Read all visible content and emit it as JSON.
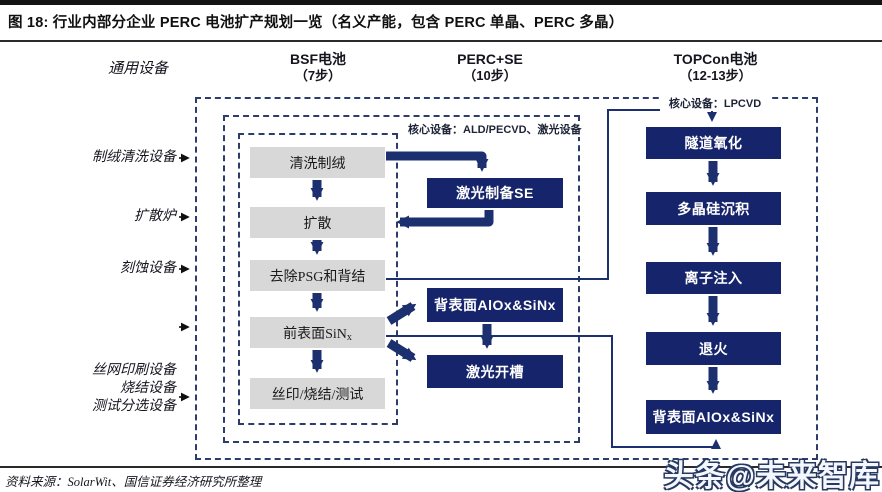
{
  "title": "图 18: 行业内部分企业 PERC 电池扩产规划一览（名义产能，包含 PERC 单晶、PERC 多晶）",
  "columns": {
    "equipment": {
      "header": "通用设备",
      "labels": [
        "制绒清洗设备",
        "扩散炉",
        "刻蚀设备",
        "丝网印刷设备",
        "烧结设备",
        "测试分选设备"
      ]
    },
    "bsf": {
      "header": "BSF电池",
      "step_count": "（7步）",
      "steps": [
        {
          "label": "清洗制绒"
        },
        {
          "label": "扩散"
        },
        {
          "label": "去除PSG和背结"
        },
        {
          "label": "前表面SiN",
          "sub": "x"
        },
        {
          "label": "丝印/烧结/测试"
        }
      ]
    },
    "perc_se": {
      "header": "PERC+SE",
      "step_count": "（10步）",
      "core_equipment": "核心设备：ALD/PECVD、激光设备",
      "steps": [
        {
          "label": "激光制备SE"
        },
        {
          "label": "背表面AlOx&SiNx"
        },
        {
          "label": "激光开槽"
        }
      ]
    },
    "topcon": {
      "header": "TOPCon电池",
      "step_count": "（12-13步）",
      "core_equipment": "核心设备：LPCVD",
      "steps": [
        {
          "label": "隧道氧化"
        },
        {
          "label": "多晶硅沉积"
        },
        {
          "label": "离子注入"
        },
        {
          "label": "退火"
        },
        {
          "label": "背表面AlOx&SiNx"
        }
      ]
    }
  },
  "source": "资料来源：SolarWit、国信证券经济研究所整理",
  "watermark": "头条@未来智库",
  "colors": {
    "navy_box": "#16256b",
    "gray_box": "#d8d8d8",
    "arrow_navy": "#1c2f6f",
    "dash_border": "#2c3c6d",
    "title_text": "#101010"
  }
}
